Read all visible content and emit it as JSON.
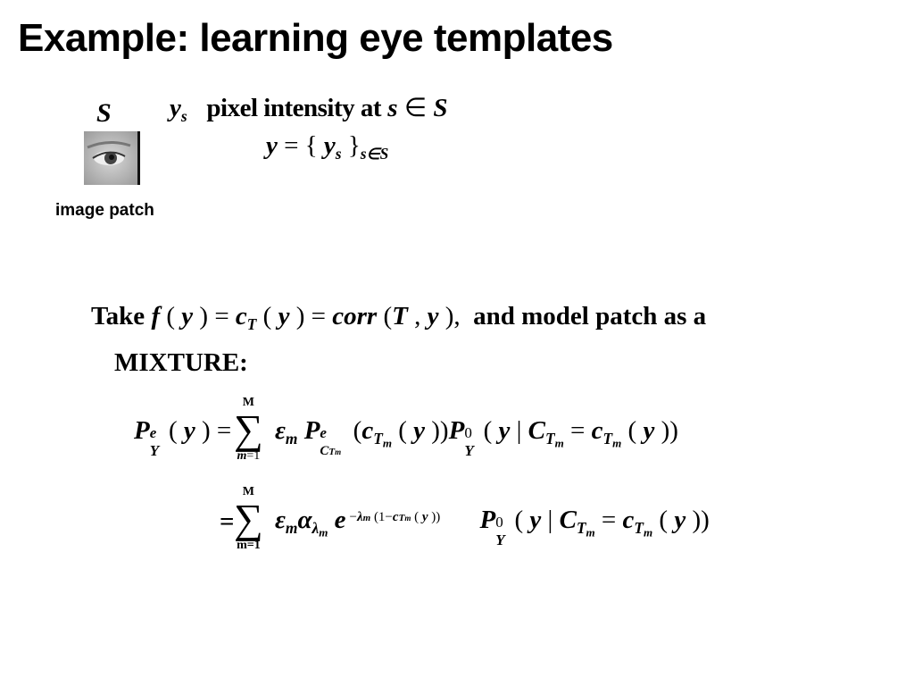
{
  "slide": {
    "title": "Example: learning eye templates",
    "patch_label": "S",
    "patch_caption": "image patch",
    "def_line_text": "pixel intensity at",
    "take_word": "Take",
    "take_suffix": "and model patch as a",
    "mixture_word": "MIXTURE:",
    "sum_upper": "M",
    "sum_lower_1": "m",
    "sum_lower_1b": "=1",
    "sum_lower_2": "m=1",
    "equals_bold": "="
  }
}
